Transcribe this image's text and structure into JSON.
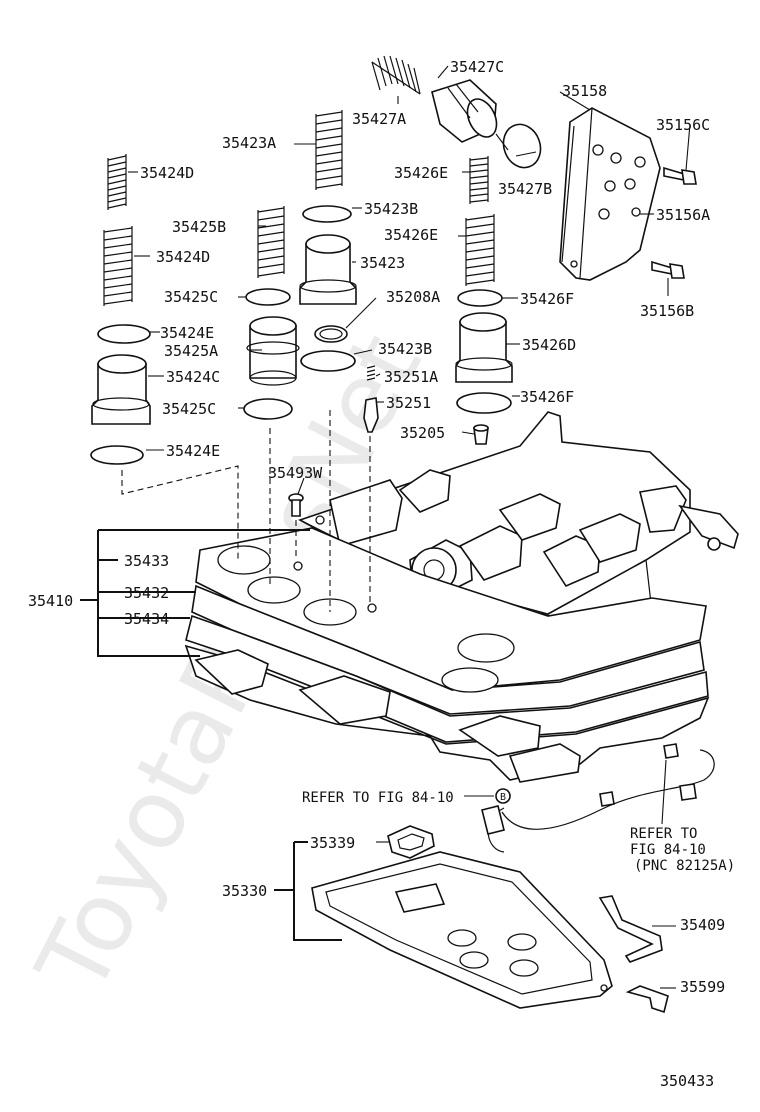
{
  "watermark": "ToyotaPartsNet",
  "diagram_id": "350433",
  "labels": {
    "p35427C": "35427C",
    "p35158": "35158",
    "p35427A": "35427A",
    "p35156C": "35156C",
    "p35423A": "35423A",
    "p35424D_top": "35424D",
    "p35426E_top": "35426E",
    "p35427B": "35427B",
    "p35423B_top": "35423B",
    "p35156A": "35156A",
    "p35425B": "35425B",
    "p35426E_mid": "35426E",
    "p35424D_mid": "35424D",
    "p35423": "35423",
    "p35425C_top": "35425C",
    "p35208A": "35208A",
    "p35426F_top": "35426F",
    "p35156B": "35156B",
    "p35424E_top": "35424E",
    "p35425A": "35425A",
    "p35423B_low": "35423B",
    "p35426D": "35426D",
    "p35424C": "35424C",
    "p35251A": "35251A",
    "p35426F_low": "35426F",
    "p35425C_low": "35425C",
    "p35251": "35251",
    "p35205": "35205",
    "p35424E_low": "35424E",
    "p35493W": "35493W",
    "p35433": "35433",
    "p35432": "35432",
    "p35410": "35410",
    "p35434": "35434",
    "refer_fig": "REFER TO FIG 84-10",
    "callout_b": "B",
    "refer_right_1": "REFER TO",
    "refer_right_2": "FIG 84-10",
    "refer_right_3": "(PNC 82125A)",
    "p35339": "35339",
    "p35330": "35330",
    "p35409": "35409",
    "p35599": "35599"
  }
}
